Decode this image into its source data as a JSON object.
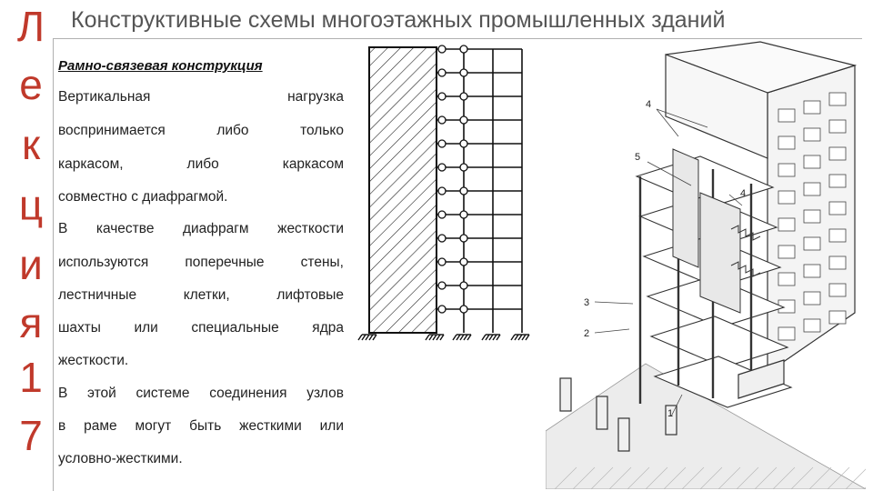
{
  "slide": {
    "title": "Конструктивные схемы многоэтажных промышленных зданий",
    "side_letters": [
      "Л",
      "е",
      "к",
      "ц",
      "и",
      "я",
      "1",
      "7"
    ]
  },
  "text": {
    "subheading": "Рамно-связевая конструкция",
    "lines": [
      "Вертикальная нагрузка",
      "воспринимается либо только",
      "каркасом, либо каркасом",
      "совместно с диафрагмой.",
      "В качестве диафрагм жесткости",
      "используются поперечные стены,",
      "лестничные клетки, лифтовые",
      "шахты или специальные ядра",
      "жесткости.",
      "В этой системе соединения узлов",
      "в раме могут быть жесткими или",
      "условно-жесткими."
    ]
  },
  "building_labels": [
    "4",
    "5",
    "4",
    "3",
    "2",
    "1"
  ],
  "colors": {
    "accent": "#c0392b",
    "title": "#555555"
  }
}
